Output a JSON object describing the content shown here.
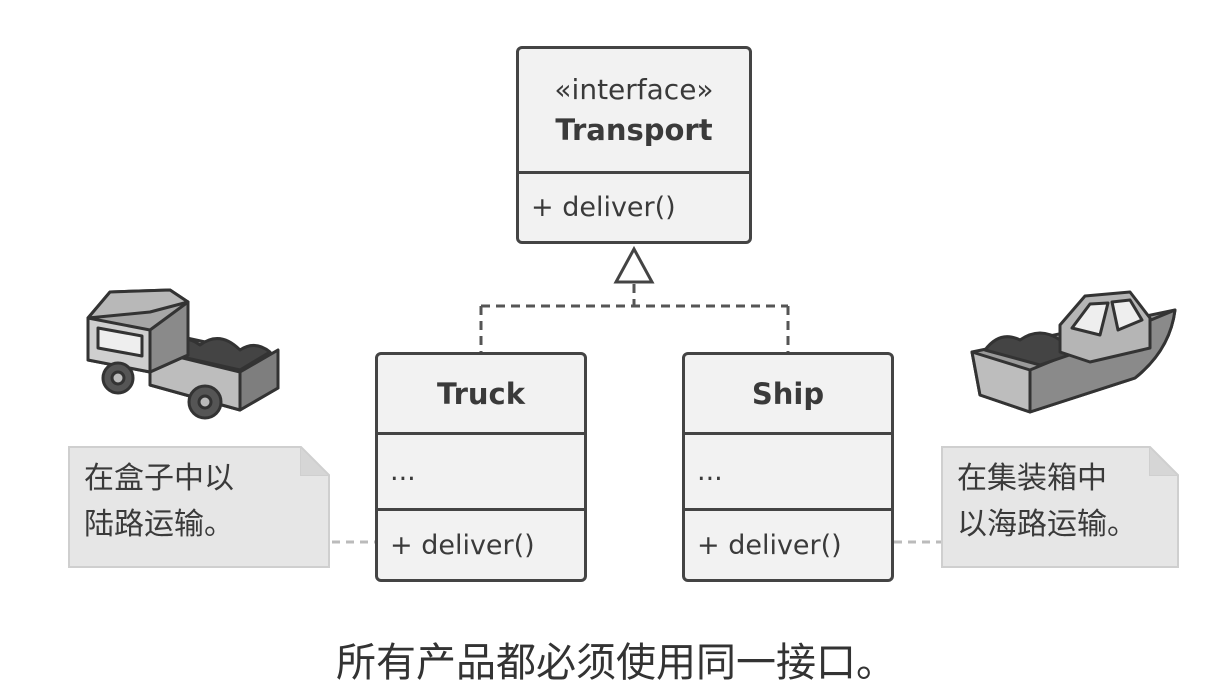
{
  "interface_box": {
    "stereotype": "«interface»",
    "name": "Transport",
    "method": "+ deliver()"
  },
  "truck_box": {
    "name": "Truck",
    "fields": "...",
    "method": "+ deliver()"
  },
  "ship_box": {
    "name": "Ship",
    "fields": "...",
    "method": "+ deliver()"
  },
  "notes": {
    "truck_line1": "在盒子中以",
    "truck_line2": "陆路运输。",
    "ship_line1": "在集装箱中",
    "ship_line2": "以海路运输。"
  },
  "caption": "所有产品都必须使用同一接口。",
  "colors": {
    "box_fill": "#f2f2f2",
    "border": "#444444",
    "note_fill": "#e6e6e6",
    "vehicle_gray": "#8f8f8f"
  },
  "icons": [
    "truck-illustration",
    "ship-illustration"
  ]
}
